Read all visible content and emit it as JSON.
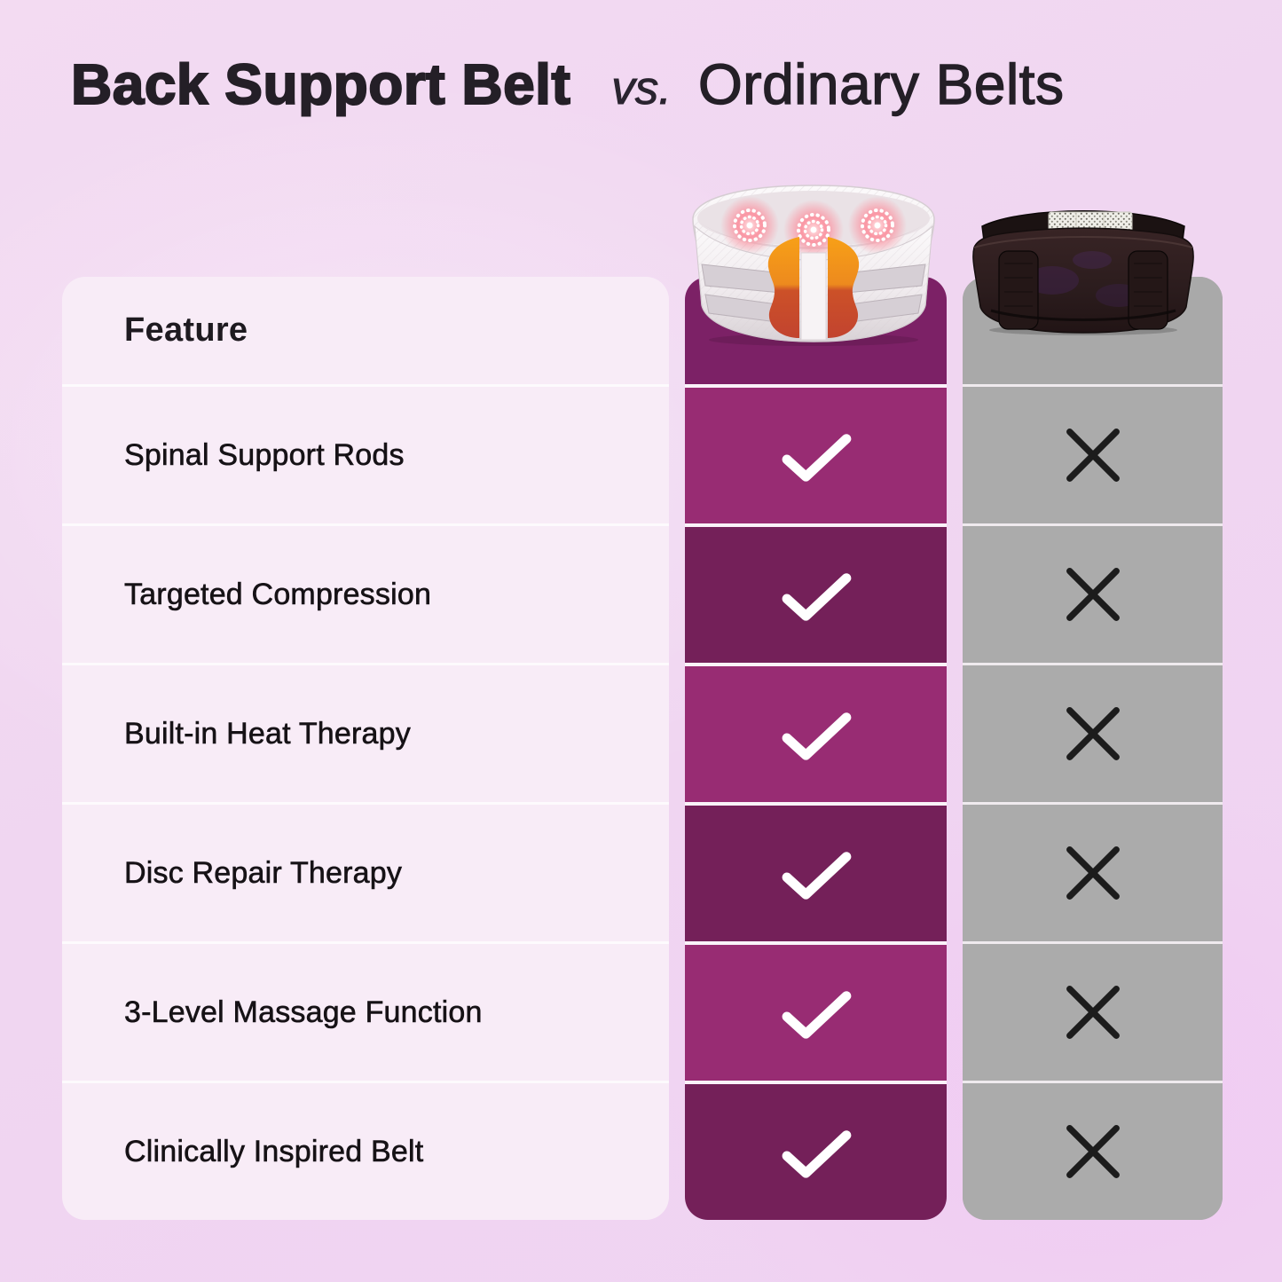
{
  "title": {
    "product_name": "Back Support Belt",
    "separator": "vs.",
    "competitor_name": "Ordinary Belts"
  },
  "products": {
    "left": {
      "label": "back-support-belt-photo"
    },
    "right": {
      "label": "ordinary-belt-photo"
    }
  },
  "table": {
    "feature_header": "Feature",
    "rows": [
      {
        "feature": "Spinal Support Rods",
        "back_support_belt": "check",
        "ordinary_belts": "cross"
      },
      {
        "feature": "Targeted Compression",
        "back_support_belt": "check",
        "ordinary_belts": "cross"
      },
      {
        "feature": "Built-in Heat Therapy",
        "back_support_belt": "check",
        "ordinary_belts": "cross"
      },
      {
        "feature": "Disc Repair Therapy",
        "back_support_belt": "check",
        "ordinary_belts": "cross"
      },
      {
        "feature": "3-Level Massage Function",
        "back_support_belt": "check",
        "ordinary_belts": "cross"
      },
      {
        "feature": "Clinically Inspired Belt",
        "back_support_belt": "check",
        "ordinary_belts": "cross"
      }
    ]
  },
  "chart_data": {
    "type": "table",
    "title": "Back Support Belt vs. Ordinary Belts",
    "columns": [
      "Feature",
      "Back Support Belt",
      "Ordinary Belts"
    ],
    "rows": [
      [
        "Spinal Support Rods",
        true,
        false
      ],
      [
        "Targeted Compression",
        true,
        false
      ],
      [
        "Built-in Heat Therapy",
        true,
        false
      ],
      [
        "Disc Repair Therapy",
        true,
        false
      ],
      [
        "3-Level Massage Function",
        true,
        false
      ],
      [
        "Clinically Inspired Belt",
        true,
        false
      ]
    ]
  },
  "icons": {
    "check": "white rounded checkmark",
    "cross": "black X"
  },
  "colors": {
    "background": "#F0D6F1",
    "feature_panel": "#F8ECF7",
    "purple_header": "#7C2166",
    "purple_row_light": "#982C73",
    "purple_row_dark": "#742059",
    "gray_column": "#ABABAB",
    "check_mark": "#FFFFFF",
    "cross_mark": "#1C1C1C",
    "title_text": "#241F27",
    "accent_orange": "#EE8C1E",
    "accent_red": "#C64430"
  }
}
